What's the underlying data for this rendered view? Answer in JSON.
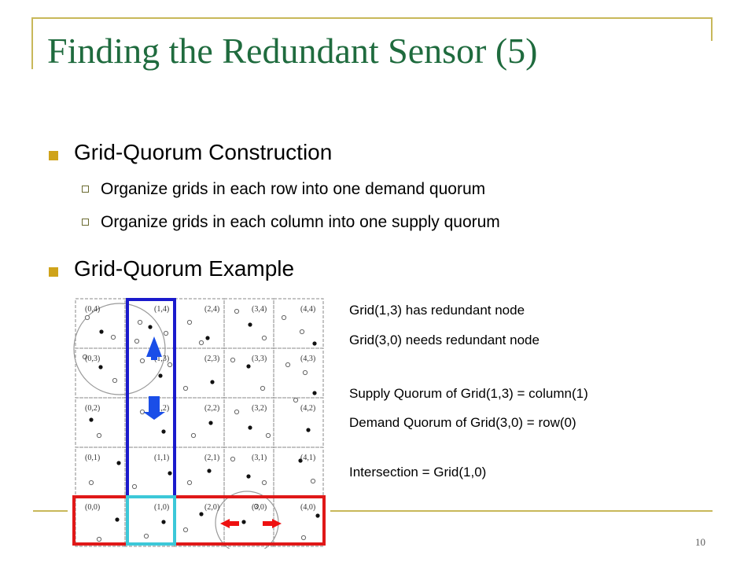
{
  "slide": {
    "title": "Finding the Redundant Sensor (5)",
    "page_number": "10"
  },
  "bullets": [
    {
      "text": "Grid-Quorum Construction",
      "sub": [
        "Organize grids in each row into one demand quorum",
        "Organize grids in each column into one supply quorum"
      ]
    },
    {
      "text": "Grid-Quorum Example",
      "sub": []
    }
  ],
  "notes": [
    "Grid(1,3) has redundant node",
    "Grid(3,0) needs redundant node",
    "Supply Quorum of Grid(1,3) = column(1)",
    "Demand Quorum of Grid(3,0) = row(0)",
    "Intersection = Grid(1,0)"
  ],
  "figure": {
    "cell_labels": [
      [
        "(0,4)",
        "(1,4)",
        "(2,4)",
        "(3,4)",
        "(4,4)"
      ],
      [
        "(0,3)",
        "(1,3)",
        "(2,3)",
        "(3,3)",
        "(4,3)"
      ],
      [
        "(0,2)",
        "(1,2)",
        "(2,2)",
        "(3,2)",
        "(4,2)"
      ],
      [
        "(0,1)",
        "(1,1)",
        "(2,1)",
        "(3,1)",
        "(4,1)"
      ],
      [
        "(0,0)",
        "(1,0)",
        "(2,0)",
        "(3,0)",
        "(4,0)"
      ]
    ],
    "colors": {
      "column_highlight": "#1a1acc",
      "row_highlight": "#e01818",
      "intersection_highlight": "#3cc8d8",
      "arrow_vertical": "#1a4ee8",
      "arrow_horizontal": "#ee1111",
      "title": "#1f6b3e",
      "bullet": "#cfa31a",
      "frame": "#c8b85a"
    }
  }
}
